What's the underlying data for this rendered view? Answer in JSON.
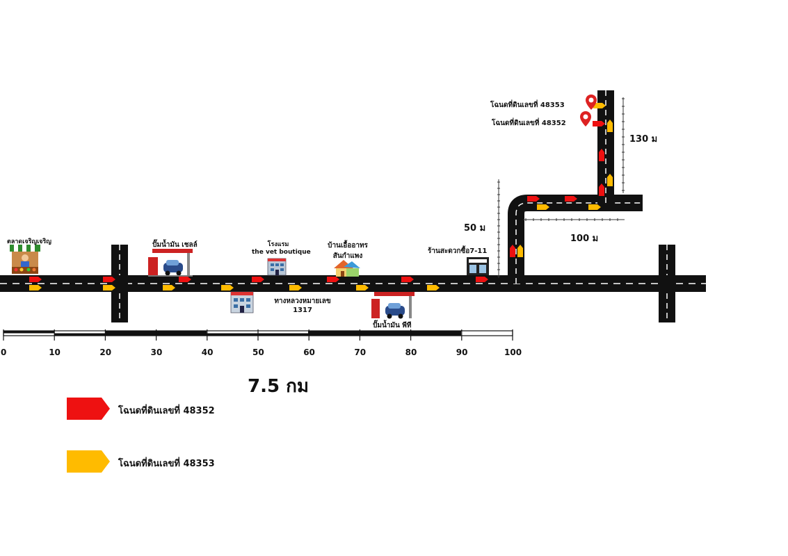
{
  "road_route": "ทางหลวงหมายเลข",
  "road_number": "1317",
  "distance_label": "7.5 กม",
  "segments": {
    "seg_50": "50 ม",
    "seg_100": "100 ม",
    "seg_130": "130 ม"
  },
  "landmarks": {
    "market": "ตลาดเจริญเจริญ",
    "shell": "ปั๊มน้ำมัน เชลล์",
    "hotel_line1": "โรงแรม",
    "hotel_line2": "the vet boutique",
    "food_line1": "บ้านเอื้ออาทร",
    "food_line2": "สันกำแพง",
    "seven": "ร้านสะดวกซื้อ7-11",
    "ptt": "ปั๊มน้ำมัน พีที"
  },
  "parcels": {
    "p48353": "โฉนดที่ดินเลขที่ 48353",
    "p48352": "โฉนดที่ดินเลขที่ 48352"
  },
  "scale": {
    "ticks": [
      "0",
      "10",
      "20",
      "30",
      "40",
      "50",
      "60",
      "70",
      "80",
      "90",
      "100"
    ]
  },
  "legend": [
    {
      "label": "โฉนดที่ดินเลขที่ 48352",
      "color": "#ee1111"
    },
    {
      "label": "โฉนดที่ดินเลขที่ 48353",
      "color": "#ffbb00"
    }
  ],
  "colors": {
    "road": "#111111",
    "red_arrow": "#ee1111",
    "yellow_arrow": "#ffbb00",
    "pin": "#dd2222"
  },
  "icons": [
    "market-stall-icon",
    "gas-station-icon",
    "hotel-icon",
    "house-icon",
    "convenience-store-icon",
    "location-pin-icon"
  ]
}
